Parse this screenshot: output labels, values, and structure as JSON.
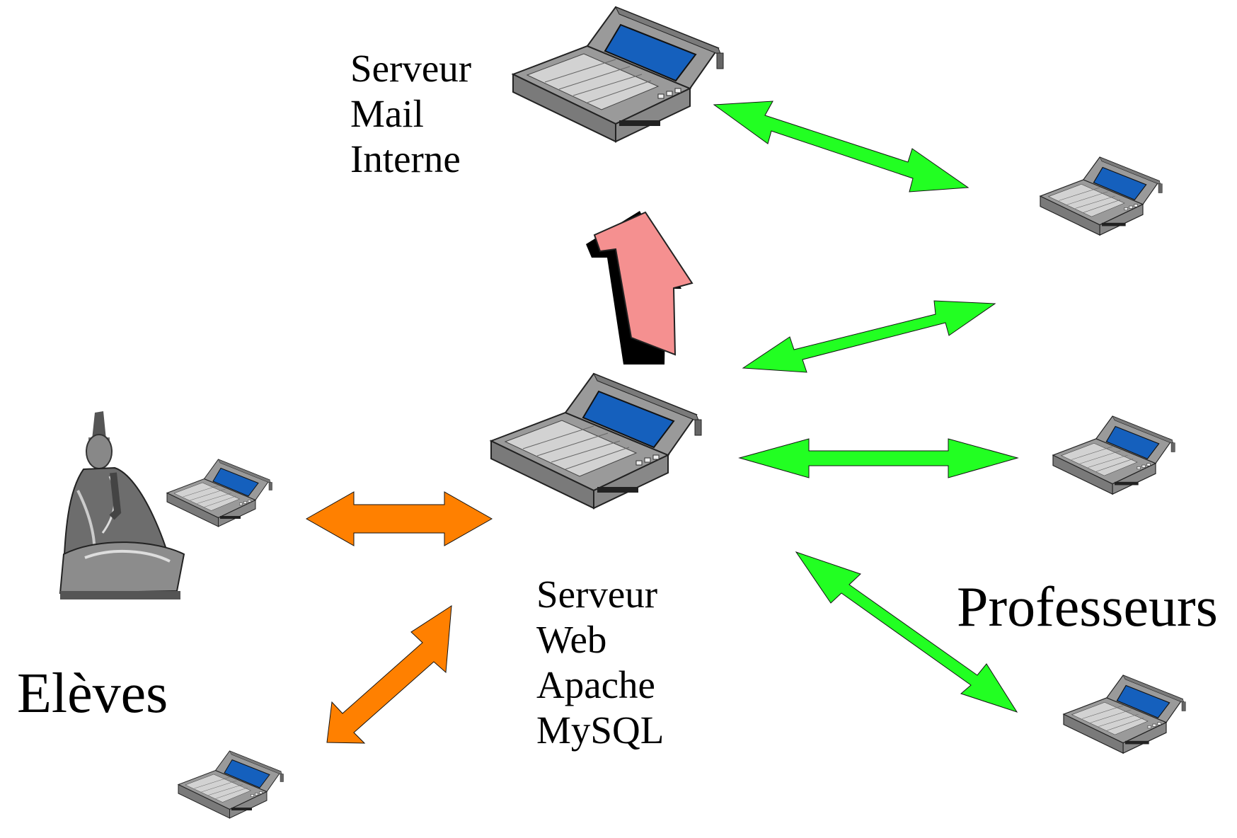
{
  "colors": {
    "background": "#ffffff",
    "green_arrow": "#22ff22",
    "orange_arrow": "#ff8000",
    "pink_arrow": "#f59090",
    "screen_blue": "#1560bd",
    "laptop_gray": "#9a9a9a"
  },
  "labels": {
    "mail_server": [
      "Serveur",
      "Mail",
      "Interne"
    ],
    "web_server": [
      "Serveur",
      "Web",
      "Apache",
      "MySQL"
    ],
    "students": "Elèves",
    "teachers": "Professeurs"
  },
  "icons": {
    "laptop": "laptop-icon",
    "student_figure": "seated-statue-icon"
  }
}
